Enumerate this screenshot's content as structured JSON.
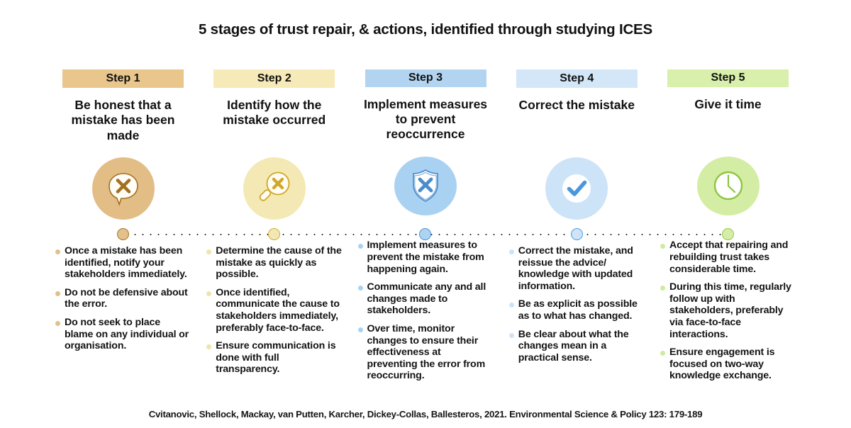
{
  "title": "5 stages of trust repair, & actions, identified through studying ICES",
  "citation": "Cvitanovic, Shellock, Mackay, van Putten, Karcher, Dickey-Collas, Ballesteros, 2021. Environmental Science & Policy 123: 179-189",
  "palette": {
    "step1_bar": "#e8c68c",
    "step1_circle": "#e3bd86",
    "step1_accent": "#a3701e",
    "step1_node": "#e3bd86",
    "step1_dot": "#e3c089",
    "step2_bar": "#f6eab8",
    "step2_circle": "#f4e9b4",
    "step2_accent": "#cfa72a",
    "step2_node": "#f2e7b2",
    "step2_dot": "#f0e4ae",
    "step3_bar": "#b2d4f0",
    "step3_circle": "#a9d2f2",
    "step3_accent": "#4a8ccc",
    "step3_node": "#a9d2f2",
    "step3_dot": "#a9d2f2",
    "step4_bar": "#d3e7f8",
    "step4_circle": "#cde3f7",
    "step4_accent": "#4a97e0",
    "step4_node": "#cde3f7",
    "step4_dot": "#cde3f7",
    "step5_bar": "#d8f0ac",
    "step5_circle": "#d4eda4",
    "step5_accent": "#8cc63f",
    "step5_node": "#d4eda4",
    "step5_dot": "#cfeb9f",
    "rail_dot": "#262626"
  },
  "steps": [
    {
      "label": "Step 1",
      "heading": "Be honest that a mistake has been made",
      "icon": "speech-bubble-x-icon",
      "bullets": [
        "Once a mistake has been identified, notify your stakeholders immediately.",
        "Do not be defensive about the error.",
        "Do not seek to place blame on any individual or organisation."
      ]
    },
    {
      "label": "Step 2",
      "heading": "Identify how the mistake occurred",
      "icon": "magnifier-x-icon",
      "bullets": [
        "Determine the cause of the mistake as quickly as possible.",
        "Once identified, communicate the cause to stakeholders immediately, preferably face-to-face.",
        "Ensure communication is done with full transparency."
      ]
    },
    {
      "label": "Step 3",
      "heading": "Implement measures to prevent reoccurrence",
      "icon": "shield-x-icon",
      "bullets": [
        "Implement measures to prevent the mistake from happening again.",
        "Communicate any and all changes made to stakeholders.",
        "Over time, monitor changes to ensure their effectiveness at preventing the error from reoccurring."
      ]
    },
    {
      "label": "Step 4",
      "heading": "Correct the mistake",
      "icon": "check-circle-icon",
      "bullets": [
        "Correct the mistake, and reissue the advice/ knowledge with updated information.",
        "Be as explicit as possible as to what has changed.",
        "Be clear about what the changes mean in a practical sense."
      ]
    },
    {
      "label": "Step 5",
      "heading": "Give it time",
      "icon": "clock-icon",
      "bullets": [
        "Accept that repairing and rebuilding trust takes considerable time.",
        "During this time, regularly follow up with stakeholders, preferably via face-to-face interactions.",
        "Ensure engagement is focused on two-way knowledge exchange."
      ]
    }
  ]
}
